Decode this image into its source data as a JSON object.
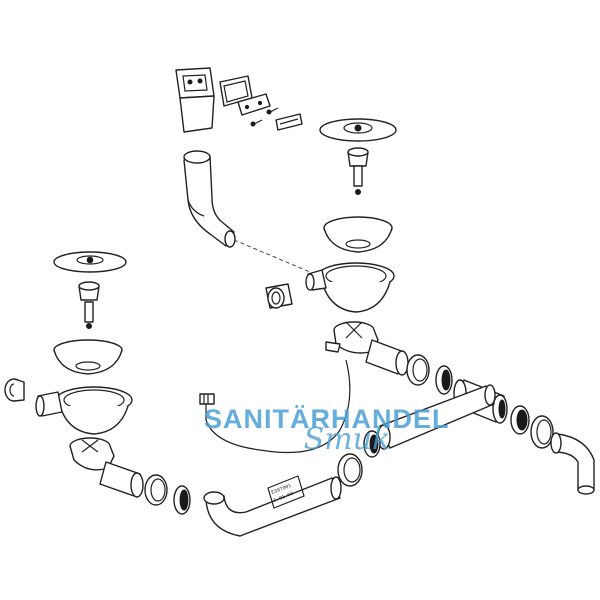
{
  "watermark": {
    "brand": "SANITÄRHANDEL",
    "name": "Smuk",
    "color": "#4a9fd8"
  },
  "pipe_labels": {
    "line1": "E397001",
    "line2": "1.01.03"
  },
  "colors": {
    "line": "#222222",
    "background": "#ffffff"
  }
}
